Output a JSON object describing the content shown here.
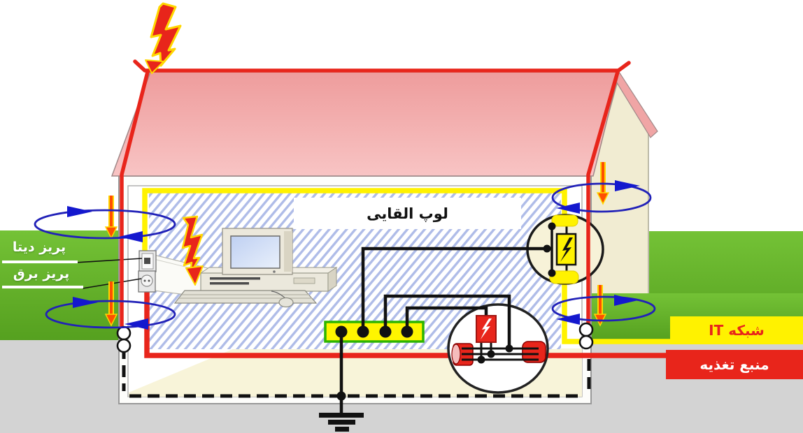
{
  "diagram": {
    "title": "لوپ القایی",
    "left_labels": {
      "data_socket": "پریز دیتا",
      "power_socket": "پریز برق"
    },
    "right_labels": {
      "it_network": "شبکه IT",
      "power_supply": "منبع تغذیه"
    },
    "icons": {
      "lightning_strike": "lightning-bolt",
      "computer_surge": "lightning-bolt",
      "spd_it": "surge-protector-lightning",
      "spd_power": "surge-protector-lightning",
      "earth": "ground-symbol",
      "induction": "loop-ellipse-arrows"
    },
    "colors": {
      "grass_green": "#5FAD27",
      "roof_pink": "#F4A9A9",
      "hatch_blue": "#AFBCE8",
      "wire_yellow": "#FFF200",
      "conductor_red": "#E8251B",
      "loop_blue": "#2121B8",
      "surge_orange": "#FF4F00",
      "ground_gray": "#D3D3D3",
      "bonding_bar_green": "#2DB500",
      "bonding_bar_yellow": "#FFF500"
    }
  }
}
